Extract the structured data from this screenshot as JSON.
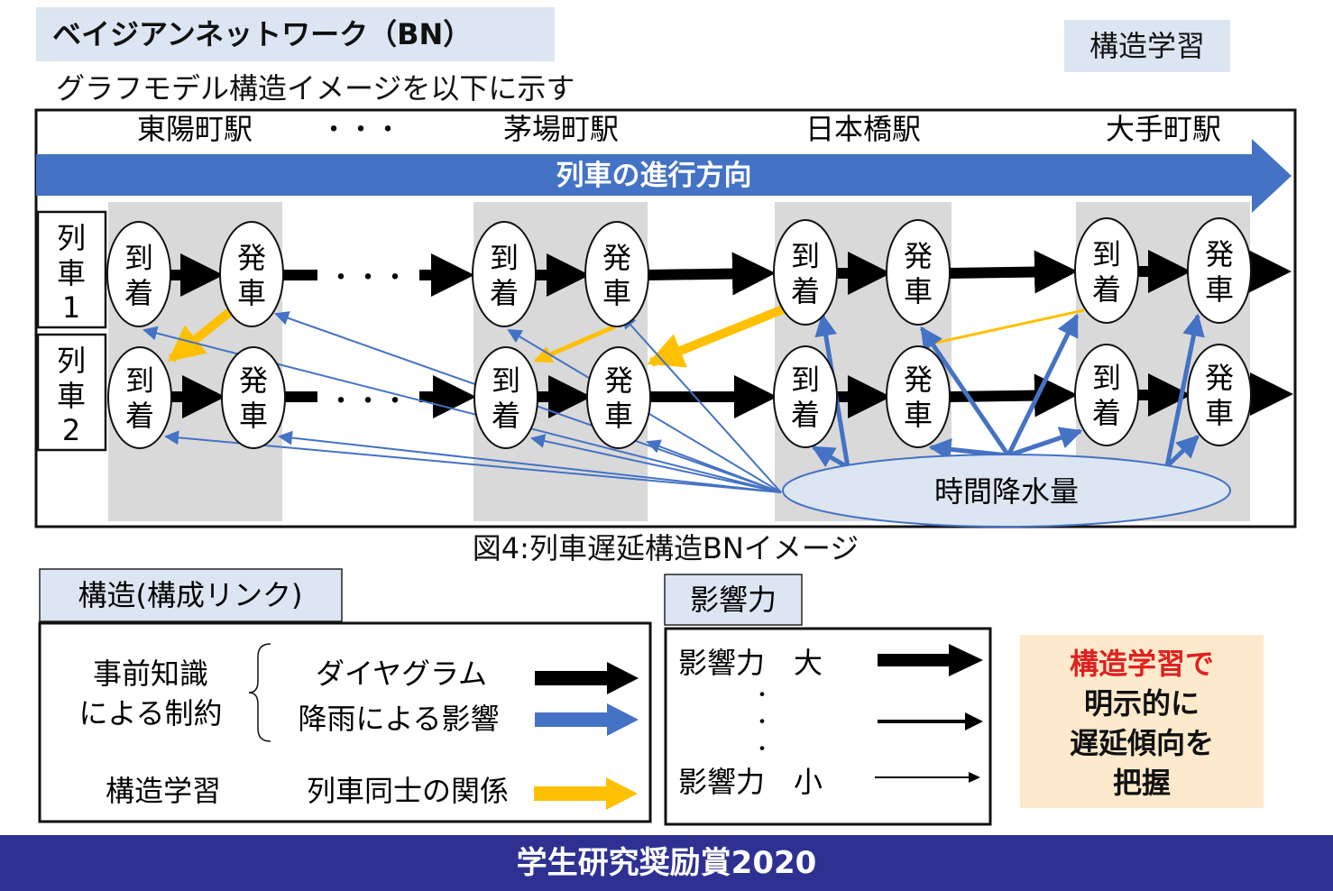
{
  "header": {
    "title": "ベイジアンネットワーク（BN）",
    "tag": "構造学習",
    "subtitle": "グラフモデル構造イメージを以下に示す"
  },
  "diagram": {
    "stations": [
      "東陽町駅",
      "・・・",
      "茅場町駅",
      "日本橋駅",
      "大手町駅"
    ],
    "direction_label": "列車の進行方向",
    "trains": [
      {
        "label_lines": [
          "列",
          "車",
          "1"
        ]
      },
      {
        "label_lines": [
          "列",
          "車",
          "2"
        ]
      }
    ],
    "node_arrive": [
      "到",
      "着"
    ],
    "node_depart": [
      "発",
      "車"
    ],
    "ellipsis": "・・・",
    "rain_node": "時間降水量",
    "caption": "図4:列車遅延構造BNイメージ",
    "colors": {
      "direction": "#4472c4",
      "rain": "#4472c4",
      "train_relation": "#ffc000",
      "diagram": "#000000",
      "station_band": "#d9d9d9",
      "rain_fill": "#dce6f2"
    }
  },
  "legend_structure": {
    "label": "構造(構成リンク)",
    "prior_knowledge": [
      "事前知識",
      "による制約"
    ],
    "rows": [
      {
        "text": "ダイヤグラム",
        "color": "#000000"
      },
      {
        "text": "降雨による影響",
        "color": "#4472c4"
      }
    ],
    "learned_label": "構造学習",
    "learned_row": {
      "text": "列車同士の関係",
      "color": "#ffc000"
    }
  },
  "legend_influence": {
    "label": "影響力",
    "large": "影響力　大",
    "small": "影響力　小",
    "dots": "・"
  },
  "callout": {
    "line1": "構造学習で",
    "line2": "明示的に",
    "line3": "遅延傾向を",
    "line4": "把握"
  },
  "footer": {
    "text": "学生研究奨励賞2020"
  }
}
